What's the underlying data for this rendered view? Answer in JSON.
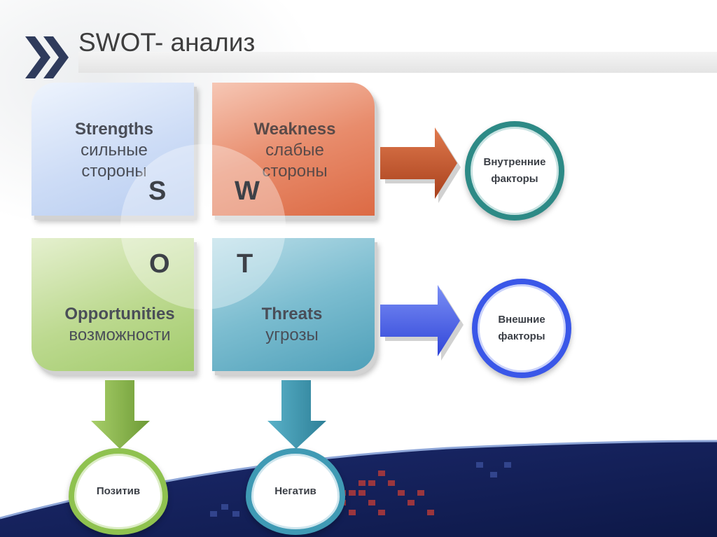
{
  "title": "SWOT- анализ",
  "quadrants": {
    "s": {
      "en": "Strengths",
      "ru_line1": "сильные",
      "ru_line2": "стороны",
      "letter": "S",
      "color": "#b8cdf0"
    },
    "w": {
      "en": "Weakness",
      "ru_line1": "слабые",
      "ru_line2": "стороны",
      "letter": "W",
      "color": "#dc6a44"
    },
    "o": {
      "en": "Opportunities",
      "ru": "возможности",
      "letter": "O",
      "color": "#a2cb6c"
    },
    "t": {
      "en": "Threats",
      "ru": "угрозы",
      "letter": "T",
      "color": "#4fa0b9"
    }
  },
  "factors": {
    "internal": {
      "line1": "Внутренние",
      "line2": "факторы",
      "ring_color": "#2d8a86"
    },
    "external": {
      "line1": "Внешние",
      "line2": "факторы",
      "ring_color": "#3a57e8"
    }
  },
  "outcomes": {
    "positive": {
      "label": "Позитив",
      "ring_color": "#8fc24f"
    },
    "negative": {
      "label": "Негатив",
      "ring_color": "#3f9ab4"
    }
  },
  "icons": {
    "logo": "double-chevron-icon",
    "arrow_internal": "arrow-right-icon",
    "arrow_external": "arrow-right-icon",
    "arrow_positive": "arrow-down-icon",
    "arrow_negative": "arrow-down-icon"
  }
}
